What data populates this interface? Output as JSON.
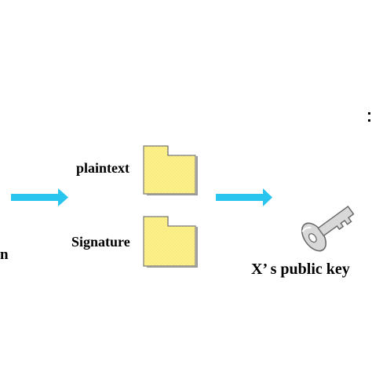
{
  "labels": {
    "plaintext": "plaintext",
    "signature": "Signature",
    "left_fragment": "n",
    "public_key": "X’ s public key"
  },
  "colors": {
    "arrow": "#29c5ee",
    "folder_fill": "#fdf28a",
    "folder_stroke": "#7a7a7a",
    "key_fill": "#d8d8d8",
    "key_stroke": "#6a6a6a"
  },
  "icons": [
    "arrow-right-icon",
    "folder-icon",
    "folder-icon",
    "arrow-right-icon",
    "key-icon"
  ]
}
